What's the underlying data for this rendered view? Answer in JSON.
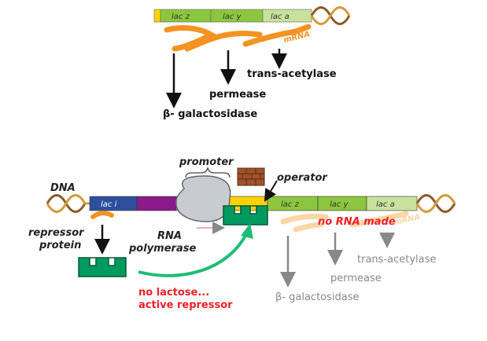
{
  "top": {
    "genes": [
      "lac z",
      "lac y",
      "lac a"
    ],
    "mrna_label": "mRNA",
    "products": [
      "trans-acetylase",
      "permease",
      "β- galactosidase"
    ]
  },
  "bottom": {
    "dna_label": "DNA",
    "promoter_label": "promoter",
    "operator_label": "operator",
    "lac_i_label": "lac i",
    "genes": [
      "lac z",
      "lac y",
      "lac a"
    ],
    "repressor_label_1": "repressor",
    "repressor_label_2": "protein",
    "rna_pol_label_1": "RNA",
    "rna_pol_label_2": "polymerase",
    "no_rna_label": "no RNA made",
    "faint_mrna_label": "mRNA",
    "no_lactose_1": "no lactose...",
    "no_lactose_2": "active repressor",
    "products": [
      "trans-acetylase",
      "permease",
      "β- galactosidase"
    ]
  },
  "colors": {
    "gene_green": "#8cc63f",
    "gene_light_green": "#c8e29d",
    "lac_i_blue": "#2e4f9e",
    "purple": "#8b1a8b",
    "pink": "#f4a6c8",
    "yellow": "#ffd200",
    "repressor_green": "#009a5e",
    "mrna_orange": "#f59322",
    "brick": "#a0522d",
    "alert_red": "#ee1f25"
  }
}
